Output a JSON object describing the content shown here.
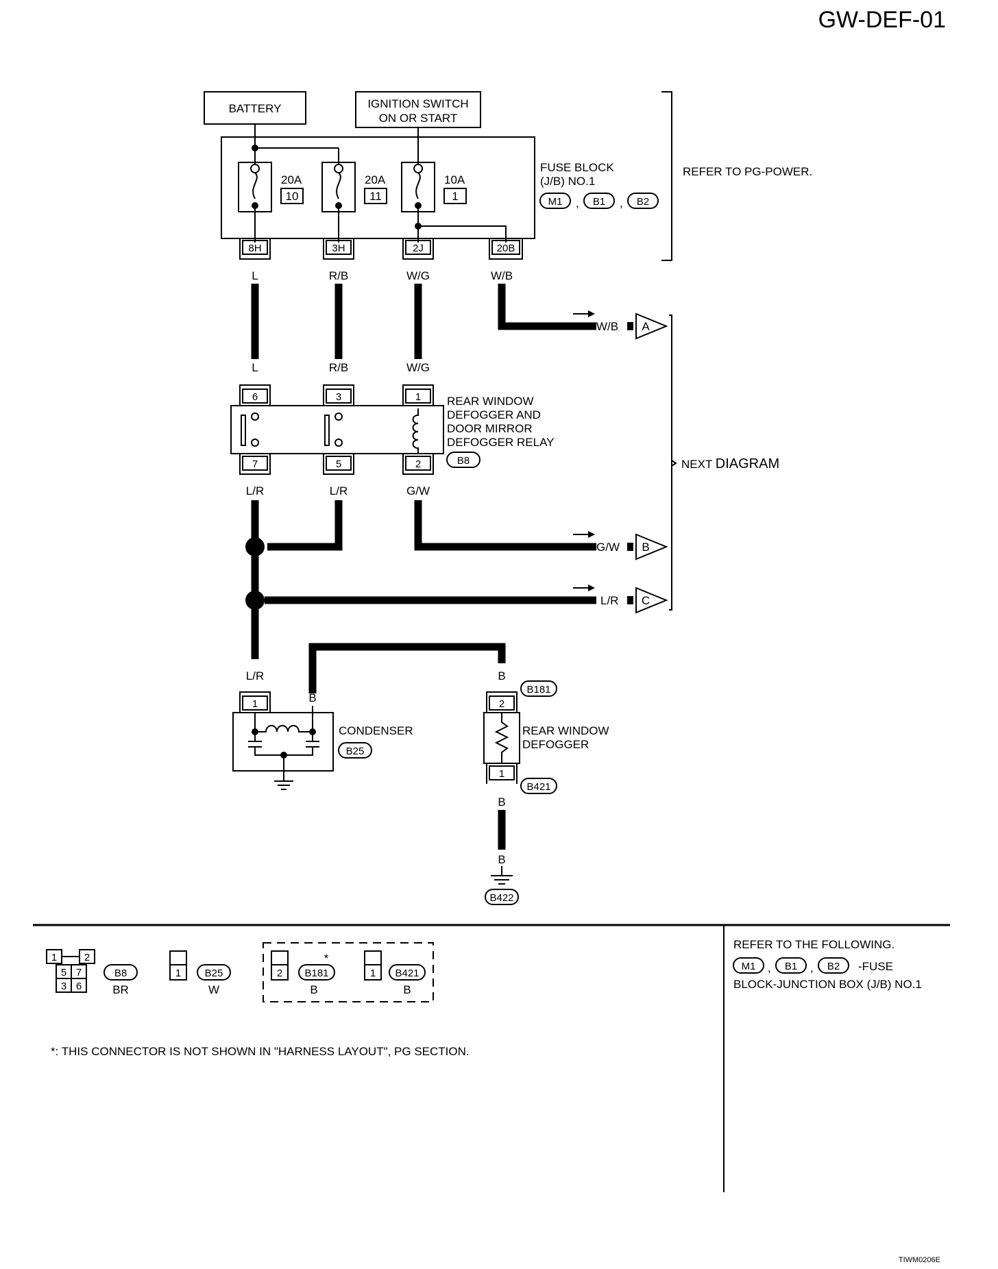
{
  "page_id": "GW-DEF-01",
  "image_code": "TIWM0206E",
  "sources": {
    "battery": "BATTERY",
    "ignition_line1": "IGNITION SWITCH",
    "ignition_line2": "ON OR START"
  },
  "fuse_block": {
    "label_line1": "FUSE BLOCK",
    "label_line2": "(J/B) NO.1",
    "connectors": [
      "M1",
      "B1",
      "B2"
    ],
    "separator": ",",
    "refer": "REFER TO PG-POWER.",
    "fuses": [
      {
        "rating": "20A",
        "number": "10"
      },
      {
        "rating": "20A",
        "number": "11"
      },
      {
        "rating": "10A",
        "number": "1"
      }
    ],
    "terminals": [
      "8H",
      "3H",
      "2J",
      "20B"
    ]
  },
  "wire_colors": {
    "fuse_out": [
      "L",
      "R/B",
      "W/G",
      "W/B"
    ],
    "relay_in": [
      "L",
      "R/B",
      "W/G"
    ],
    "relay_out": [
      "L/R",
      "L/R",
      "G/W"
    ],
    "arrow_a": "W/B",
    "arrow_b": "G/W",
    "arrow_c": "L/R",
    "condenser_in": "L/R",
    "condenser_b": "B",
    "defogger_top": "B",
    "defogger_bottom": "B",
    "ground_b": "B"
  },
  "arrows": [
    "A",
    "B",
    "C"
  ],
  "next_diagram": {
    "prefix": "NEXT ",
    "label": "DIAGRAM"
  },
  "relay": {
    "label_lines": [
      "REAR WINDOW",
      "DEFOGGER AND",
      "DOOR MIRROR",
      "DEFOGGER RELAY"
    ],
    "connector": "B8",
    "top_pins": [
      "6",
      "3",
      "1"
    ],
    "bottom_pins": [
      "7",
      "5",
      "2"
    ]
  },
  "condenser": {
    "label": "CONDENSER",
    "connector": "B25",
    "pin": "1"
  },
  "defogger": {
    "label_line1": "REAR WINDOW",
    "label_line2": "DEFOGGER",
    "connector_top": "B181",
    "connector_bottom": "B421",
    "pin_top": "2",
    "pin_bottom": "1"
  },
  "ground_connector": "B422",
  "legend": {
    "b8": {
      "pins_row1": [
        "1",
        "2"
      ],
      "pins_row2": [
        "5",
        "7"
      ],
      "pins_row3": [
        "3",
        "6"
      ],
      "connector": "B8",
      "color": "BR"
    },
    "b25": {
      "pin": "1",
      "connector": "B25",
      "color": "W"
    },
    "b181": {
      "pin": "2",
      "connector": "B181",
      "color": "B",
      "mark": "*"
    },
    "b421": {
      "pin": "1",
      "connector": "B421",
      "color": "B"
    }
  },
  "footnote_mark": "*",
  "footnote": ": THIS CONNECTOR IS NOT SHOWN IN \"HARNESS LAYOUT\", PG SECTION.",
  "refer_following": {
    "line1": "REFER TO THE FOLLOWING.",
    "connectors": [
      "M1",
      "B1",
      "B2"
    ],
    "suffix": "-FUSE",
    "line3": "BLOCK-JUNCTION BOX (J/B) NO.1"
  }
}
